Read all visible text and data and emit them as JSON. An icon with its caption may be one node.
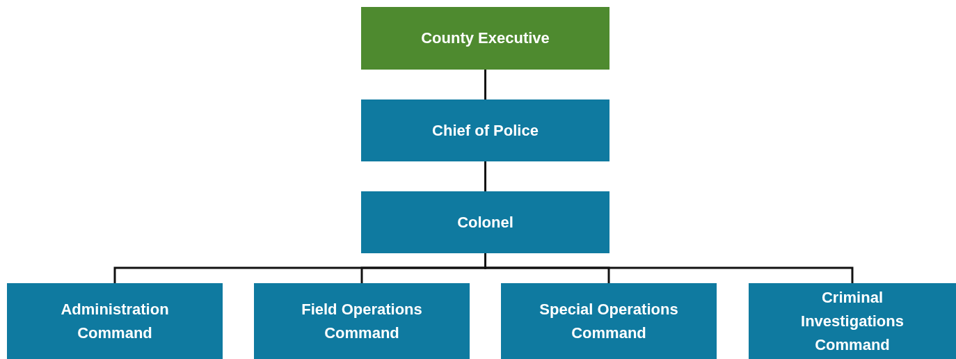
{
  "diagram": {
    "nodes": [
      {
        "text": [
          "County Executive"
        ]
      },
      {
        "text": [
          "Chief of Police"
        ]
      },
      {
        "text": [
          "Colonel"
        ]
      },
      {
        "text": [
          "Administration Command"
        ]
      },
      {
        "text": [
          "Field Operations Command"
        ]
      },
      {
        "text": [
          "Special Operations Command"
        ]
      },
      {
        "text": [
          "Criminal Investigations Command"
        ]
      }
    ],
    "edges": [
      {
        "from": 0,
        "to": 1,
        "arrow": "none"
      },
      {
        "from": 1,
        "to": 2,
        "arrow": "none"
      },
      {
        "from": 2,
        "to": 3,
        "arrow": "none"
      },
      {
        "from": 2,
        "to": 4,
        "arrow": "none"
      },
      {
        "from": 2,
        "to": 5,
        "arrow": "none"
      },
      {
        "from": 2,
        "to": 6,
        "arrow": "none"
      }
    ]
  }
}
